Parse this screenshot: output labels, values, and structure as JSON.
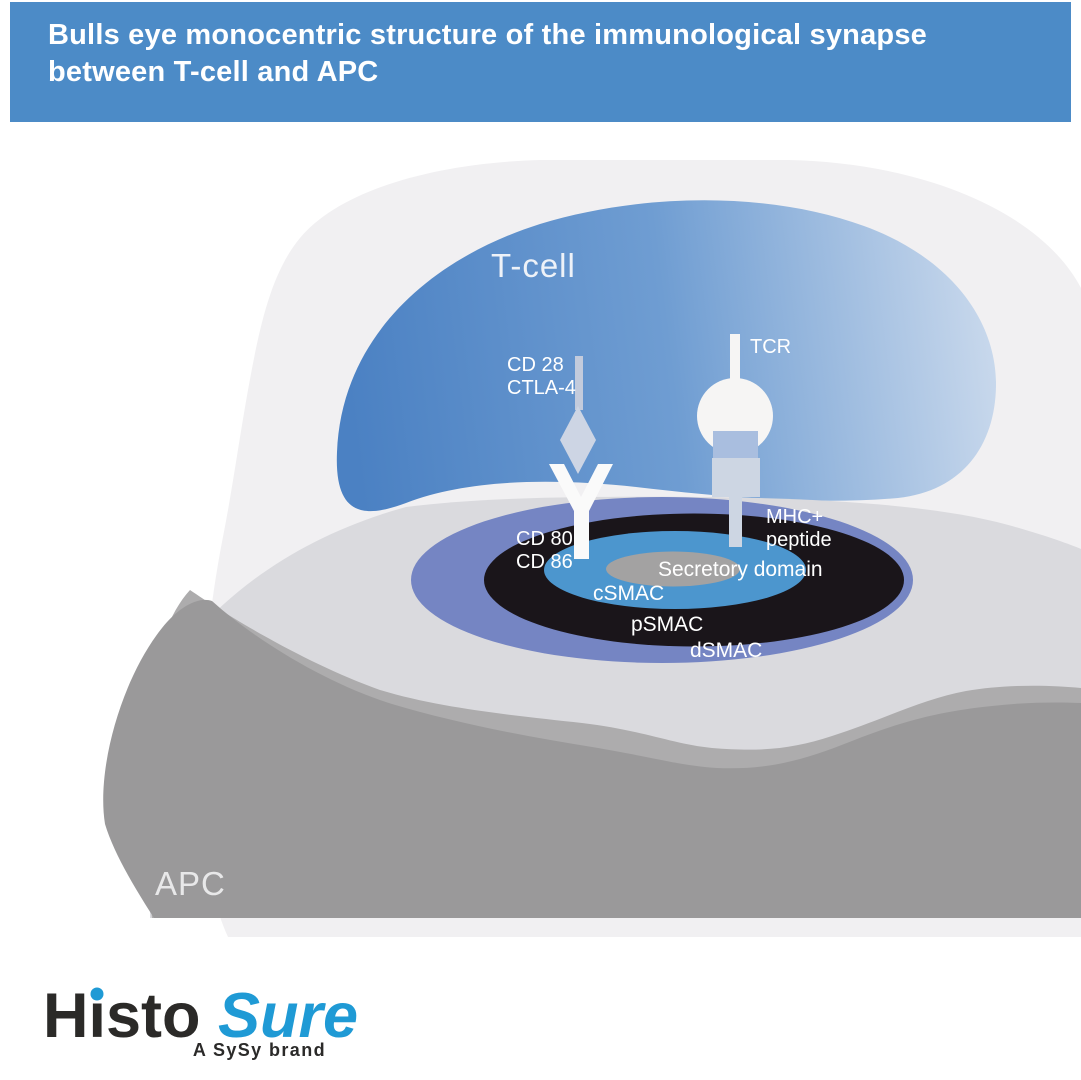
{
  "header": {
    "title_line1": "Bulls eye monocentric structure of the immunological synapse",
    "title_line2": "between T-cell and APC",
    "background_color": "#4c8bc7",
    "text_color": "#ffffff"
  },
  "cells": {
    "tcell_label": "T-cell",
    "apc_label": "APC"
  },
  "receptors": {
    "cd28": {
      "line1": "CD 28",
      "line2": "CTLA-4"
    },
    "tcr": {
      "label": "TCR"
    },
    "mhc": {
      "line1": "MHC+",
      "line2": "peptide"
    },
    "cd80": {
      "line1": "CD 80",
      "line2": "CD 86"
    }
  },
  "synapse_rings": {
    "dsmac": {
      "label": "dSMAC",
      "color": "#7585c3"
    },
    "psmac": {
      "label": "pSMAC",
      "color": "#1a151a"
    },
    "csmac": {
      "label": "cSMAC",
      "color": "#4c96ce"
    },
    "secretory_domain": {
      "label": "Secretory domain",
      "color": "#a3a2a2"
    }
  },
  "colors": {
    "tcell_gradient_start": "#4b81c3",
    "tcell_gradient_mid": "#6f9dd2",
    "tcell_gradient_end": "#c8d8ec",
    "halo": "#f1f0f2",
    "membrane": "#dadade",
    "apc_edge_band": "#adacad",
    "apc_body": "#9a999a",
    "receptor_light": "#cdd6e3",
    "receptor_medium": "#a9bedf",
    "receptor_white": "#f6f5f4"
  },
  "logo": {
    "histo": "Histo",
    "sure": "Sure",
    "tagline": "A SySy brand",
    "black": "#2b2a28",
    "blue": "#1f9ad5"
  }
}
